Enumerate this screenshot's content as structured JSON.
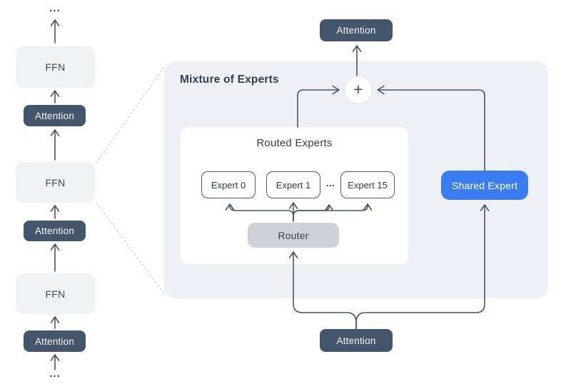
{
  "colors": {
    "dark_slate": "#44566b",
    "light_block": "#f0f3f6",
    "moe_background": "#edf0f4",
    "router_gray": "#ccd2d9",
    "shared_expert_blue": "#3b7cf0",
    "panel_white": "#ffffff",
    "text_dark": "#333f4b"
  },
  "left_stack": {
    "ellipsis_top": "...",
    "blocks": [
      {
        "label": "FFN",
        "type": "ffn"
      },
      {
        "label": "Attention",
        "type": "attention"
      },
      {
        "label": "FFN",
        "type": "ffn"
      },
      {
        "label": "Attention",
        "type": "attention"
      },
      {
        "label": "FFN",
        "type": "ffn"
      },
      {
        "label": "Attention",
        "type": "attention"
      }
    ],
    "ellipsis_bottom": "..."
  },
  "moe": {
    "title": "Mixture of Experts",
    "sum_symbol": "+",
    "routed_experts": {
      "title": "Routed Experts",
      "experts": [
        {
          "label": "Expert 0"
        },
        {
          "label": "Expert 1"
        },
        {
          "label": "Expert 15"
        }
      ],
      "ellipsis": "...",
      "router_label": "Router"
    },
    "shared_expert_label": "Shared Expert"
  },
  "attention_top": "Attention",
  "attention_bottom": "Attention"
}
